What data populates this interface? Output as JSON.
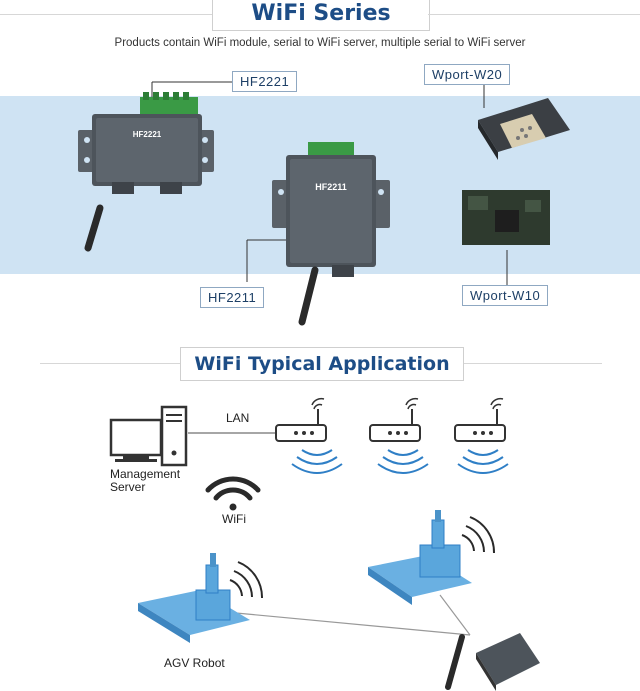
{
  "header": {
    "title": "WiFi Series",
    "subtitle": "Products contain WiFi module, serial to WiFi server, multiple serial to WiFi server"
  },
  "products": {
    "hf2221": "HF2221",
    "hf2211": "HF2211",
    "wport_w20": "Wport-W20",
    "wport_w10": "Wport-W10",
    "device_hf2221_text": "HF2221",
    "device_hf2211_text": "HF2211"
  },
  "application": {
    "title": "WiFi Typical Application",
    "lan_label": "LAN",
    "server_label_line1": "Management",
    "server_label_line2": "Server",
    "wifi_label": "WiFi",
    "robot_label": "AGV Robot"
  },
  "colors": {
    "brand_blue": "#1d4d86",
    "band_blue": "#cfe3f3",
    "accent_blue": "#2f7fc6",
    "robot_blue": "#5aa6dc"
  }
}
